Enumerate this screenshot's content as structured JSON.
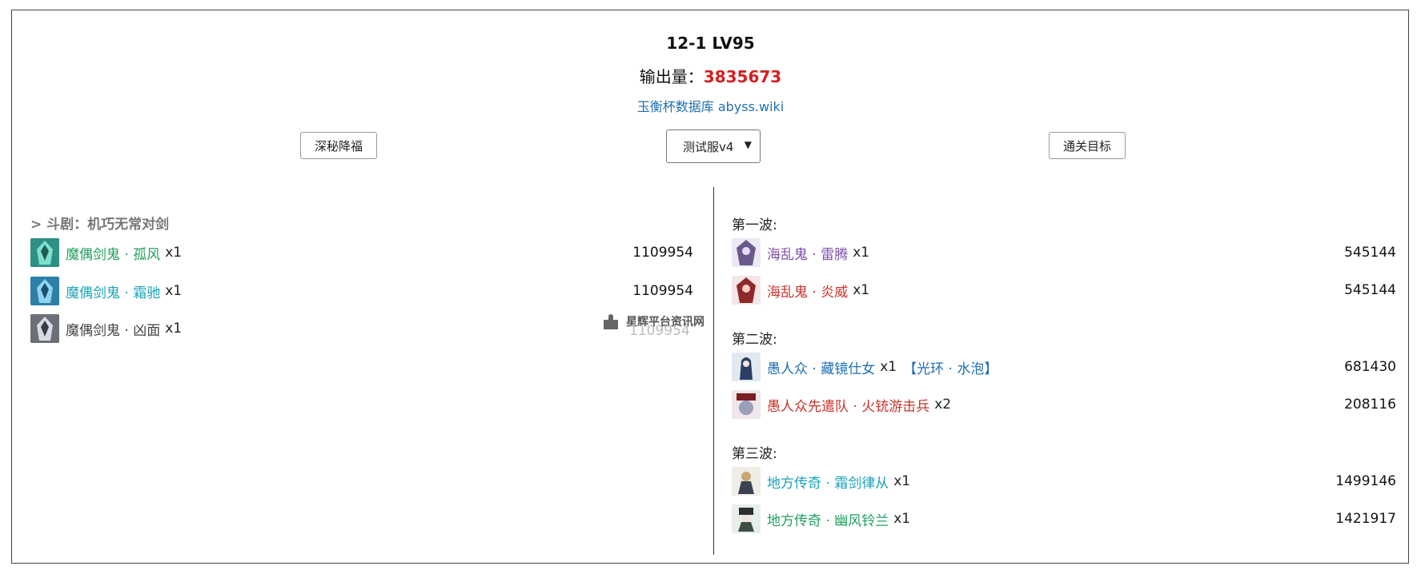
{
  "header": {
    "title": "12-1 LV95",
    "output_label": "输出量：",
    "output_value": "3835673",
    "link": "玉衡杯数据库 abyss.wiki"
  },
  "controls": {
    "blessing_button": "深秘降福",
    "version_select": "测试服v4",
    "objective_button": "通关目标"
  },
  "left": {
    "section_title": "> 斗剧：机巧无常对剑",
    "rows": [
      {
        "name": "魔偶剑鬼 · 孤风",
        "count": "x1",
        "value": "1109954",
        "icon": "ruin-drake-green-avatar"
      },
      {
        "name": "魔偶剑鬼 · 霜驰",
        "count": "x1",
        "value": "1109954",
        "icon": "ruin-drake-blue-avatar"
      },
      {
        "name": "魔偶剑鬼 · 凶面",
        "count": "x1",
        "value": "1109954",
        "icon": "ruin-drake-gray-avatar"
      }
    ]
  },
  "right": {
    "waves": [
      {
        "label": "第一波:",
        "rows": [
          {
            "name": "海乱鬼 · 雷腾",
            "count": "x1",
            "value": "545144",
            "icon": "kairagi-thunder-avatar"
          },
          {
            "name": "海乱鬼 · 炎威",
            "count": "x1",
            "value": "545144",
            "icon": "kairagi-fire-avatar"
          }
        ]
      },
      {
        "label": "第二波:",
        "rows": [
          {
            "name": "愚人众 · 藏镜仕女",
            "count": "x1",
            "tag": "【光环 · 水泡】",
            "value": "681430",
            "icon": "mirror-maiden-avatar"
          },
          {
            "name": "愚人众先遣队 · 火铳游击兵",
            "count": "x2",
            "value": "208116",
            "icon": "pyro-gunner-avatar"
          }
        ]
      },
      {
        "label": "第三波:",
        "rows": [
          {
            "name": "地方传奇 · 霜剑律从",
            "count": "x1",
            "value": "1499146",
            "icon": "frost-sword-avatar"
          },
          {
            "name": "地方传奇 · 幽风铃兰",
            "count": "x1",
            "value": "1421917",
            "icon": "wind-lily-avatar"
          }
        ]
      }
    ]
  },
  "watermark": {
    "text": "星辉平台资讯网",
    "faded_value": "1109954"
  },
  "colors": {
    "output_value": "#d42020",
    "link": "#1e6fb3",
    "anemo": "#20a060",
    "cryo": "#1aa3b8",
    "electro": "#7b4fa8",
    "pyro": "#c8322b",
    "hydro": "#1e6fb3"
  }
}
